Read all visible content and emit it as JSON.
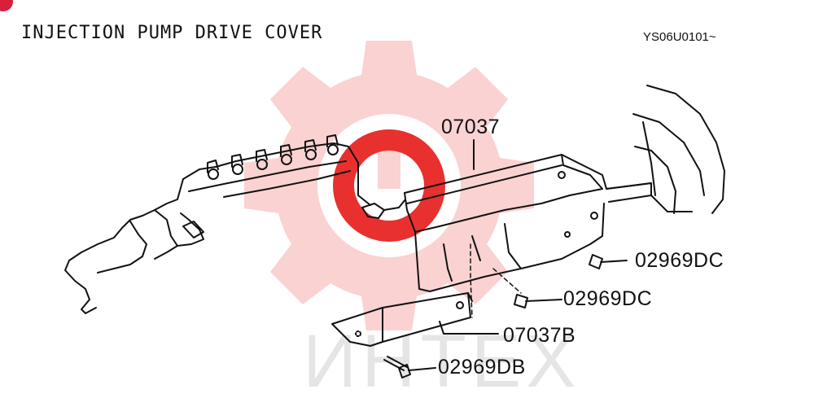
{
  "diagram": {
    "title": "INJECTION PUMP DRIVE COVER",
    "code": "YS06U0101~",
    "parts": [
      {
        "label": "07037"
      },
      {
        "label": "02969DC"
      },
      {
        "label": "02969DC"
      },
      {
        "label": "07037B"
      },
      {
        "label": "02969DB"
      }
    ]
  },
  "watermark": {
    "text": "ИНТЕХ",
    "color": "#e8302f",
    "icon": "gear-logo-icon"
  },
  "colors": {
    "line": "#111111",
    "background": "#ffffff",
    "badge": "#d8203a"
  }
}
